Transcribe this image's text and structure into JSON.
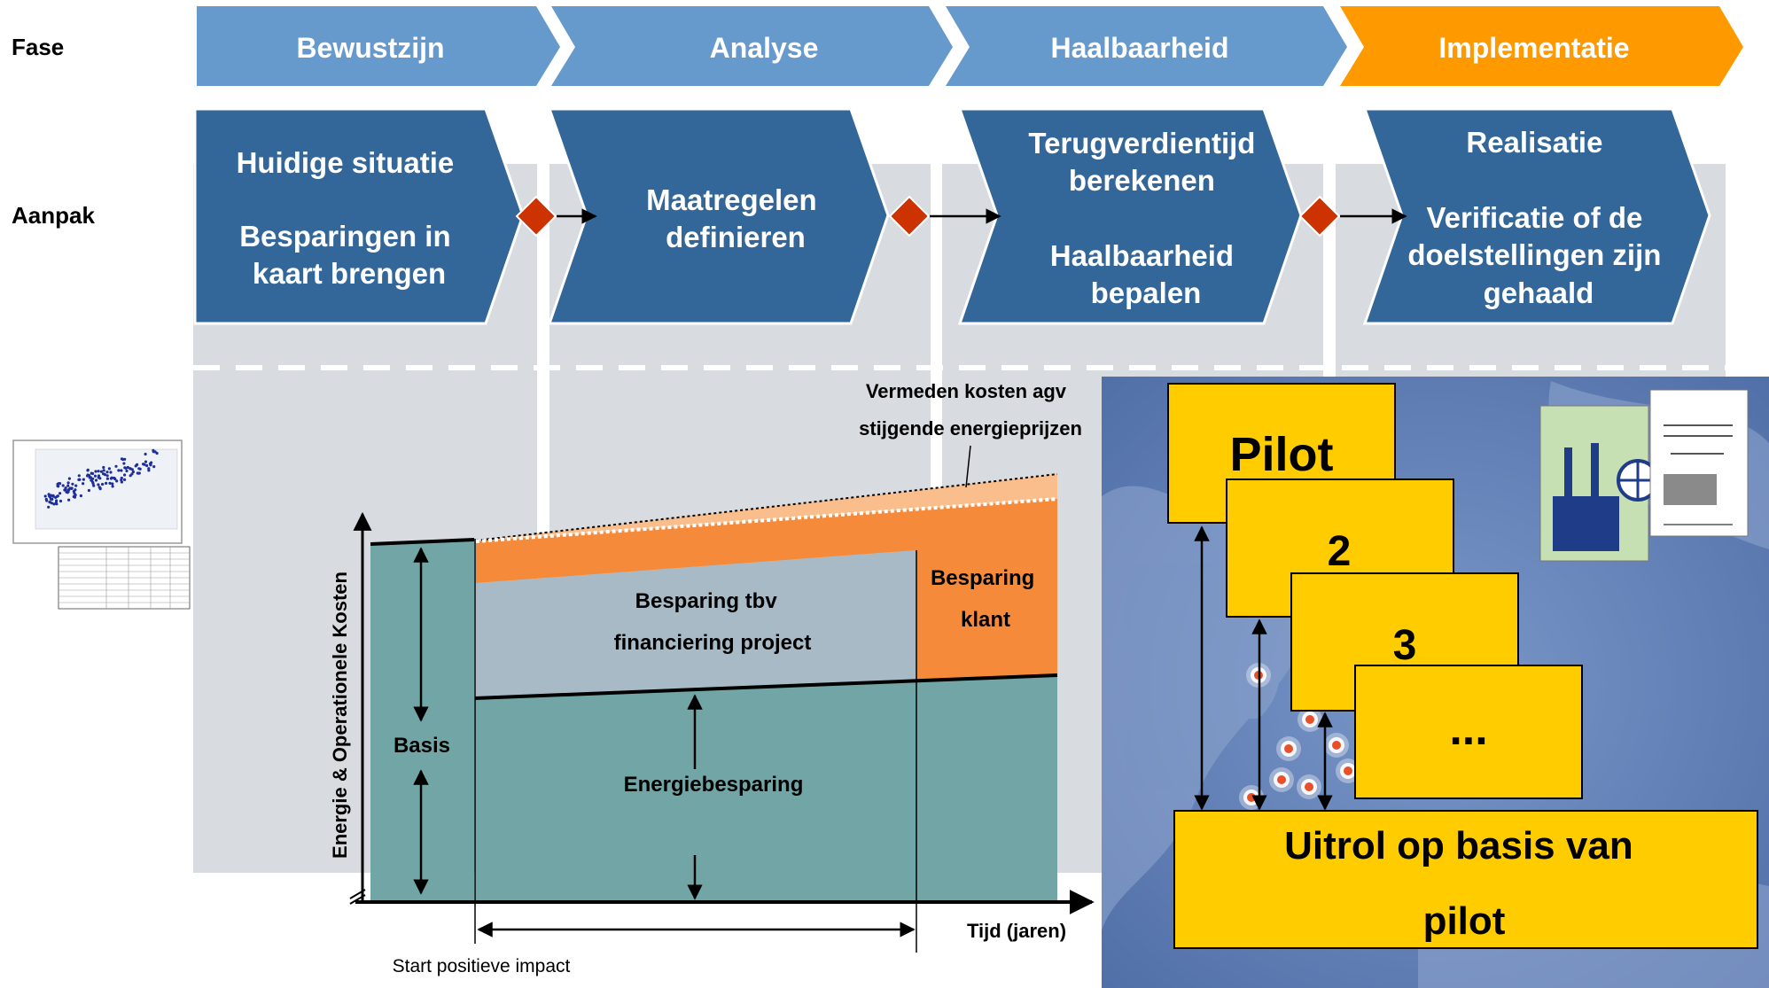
{
  "row_labels": {
    "fase": "Fase",
    "aanpak": "Aanpak"
  },
  "phases": [
    {
      "label": "Bewustzijn",
      "color": "#6699CC"
    },
    {
      "label": "Analyse",
      "color": "#6699CC"
    },
    {
      "label": "Haalbaarheid",
      "color": "#6699CC"
    },
    {
      "label": "Implementatie",
      "color": "#FF9900"
    }
  ],
  "steps": [
    {
      "lines": [
        "Huidige situatie",
        "",
        "Besparingen in",
        "kaart brengen"
      ]
    },
    {
      "lines": [
        "Maatregelen",
        "definieren"
      ]
    },
    {
      "lines": [
        "Terugverdientijd",
        "berekenen",
        "",
        "Haalbaarheid",
        "bepalen"
      ]
    },
    {
      "lines": [
        "Realisatie",
        "",
        "Verificatie of de",
        "doelstellingen zijn",
        "gehaald"
      ]
    }
  ],
  "savings_chart": {
    "y_axis_label": "Energie & Operationele Kosten",
    "x_axis_label": "Tijd (jaren)",
    "start_label": "Start positieve impact",
    "avoided_costs_line1": "Vermeden kosten agv",
    "avoided_costs_line2": "stijgende energieprijzen",
    "basis_label": "Basis",
    "financing_line1": "Besparing tbv",
    "financing_line2": "financiering project",
    "customer_line1": "Besparing",
    "customer_line2": "klant",
    "energy_saving_label": "Energiebesparing"
  },
  "rollout": {
    "cards": [
      "Pilot",
      "2",
      "3",
      "..."
    ],
    "base_line1": "Uitrol op basis van",
    "base_line2": "pilot"
  },
  "colors": {
    "step_blue": "#336699",
    "separator_red": "#CC3300",
    "column_gray": "#D8DBE0",
    "teal": "#72A5A5",
    "orange": "#F58A3A",
    "light_orange": "#F9BE8C",
    "gray_blue": "#A9BAC7",
    "card_yellow": "#FFCC00",
    "map_blue": "#5C7BB0"
  }
}
